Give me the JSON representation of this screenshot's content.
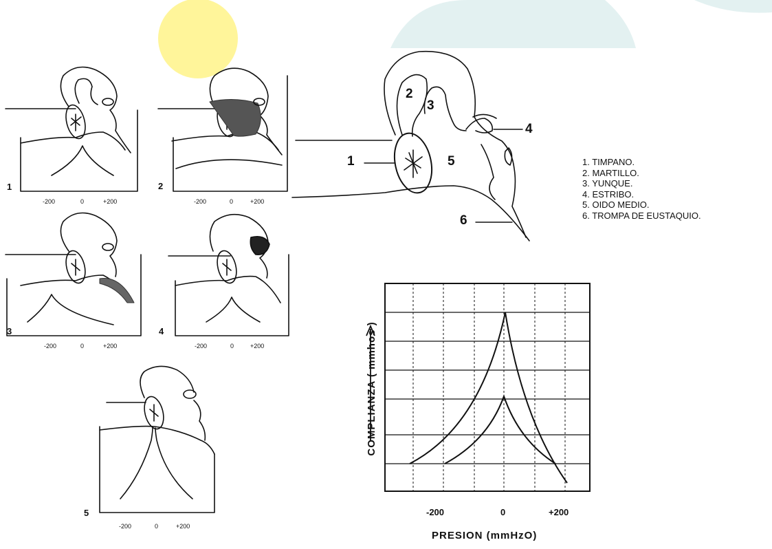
{
  "panels": [
    {
      "number": "1",
      "ticks": [
        "-200",
        "0",
        "+200"
      ]
    },
    {
      "number": "2",
      "ticks": [
        "-200",
        "0",
        "+200"
      ]
    },
    {
      "number": "3",
      "ticks": [
        "-200",
        "0",
        "+200"
      ]
    },
    {
      "number": "4",
      "ticks": [
        "-200",
        "0",
        "+200"
      ]
    },
    {
      "number": "5",
      "ticks": [
        "-200",
        "0",
        "+200"
      ]
    }
  ],
  "ear_diagram": {
    "parts": [
      "1",
      "2",
      "3",
      "4",
      "5",
      "6"
    ]
  },
  "legend": [
    "1.  TIMPANO.",
    "2.  MARTILLO.",
    "3.  YUNQUE.",
    "4.  ESTRIBO.",
    "5.  OIDO MEDIO.",
    "6.  TROMPA DE EUSTAQUIO."
  ],
  "tympanogram": {
    "ylabel": "COMPLIANZA  ( mmhos )",
    "xlabel": "PRESION (mmHzO)",
    "ticks": [
      "-200",
      "0",
      "+200"
    ]
  },
  "colors": {
    "ink": "#111111",
    "stain_yellow": "#fff59a",
    "stain_teal": "#e3f1f1"
  }
}
